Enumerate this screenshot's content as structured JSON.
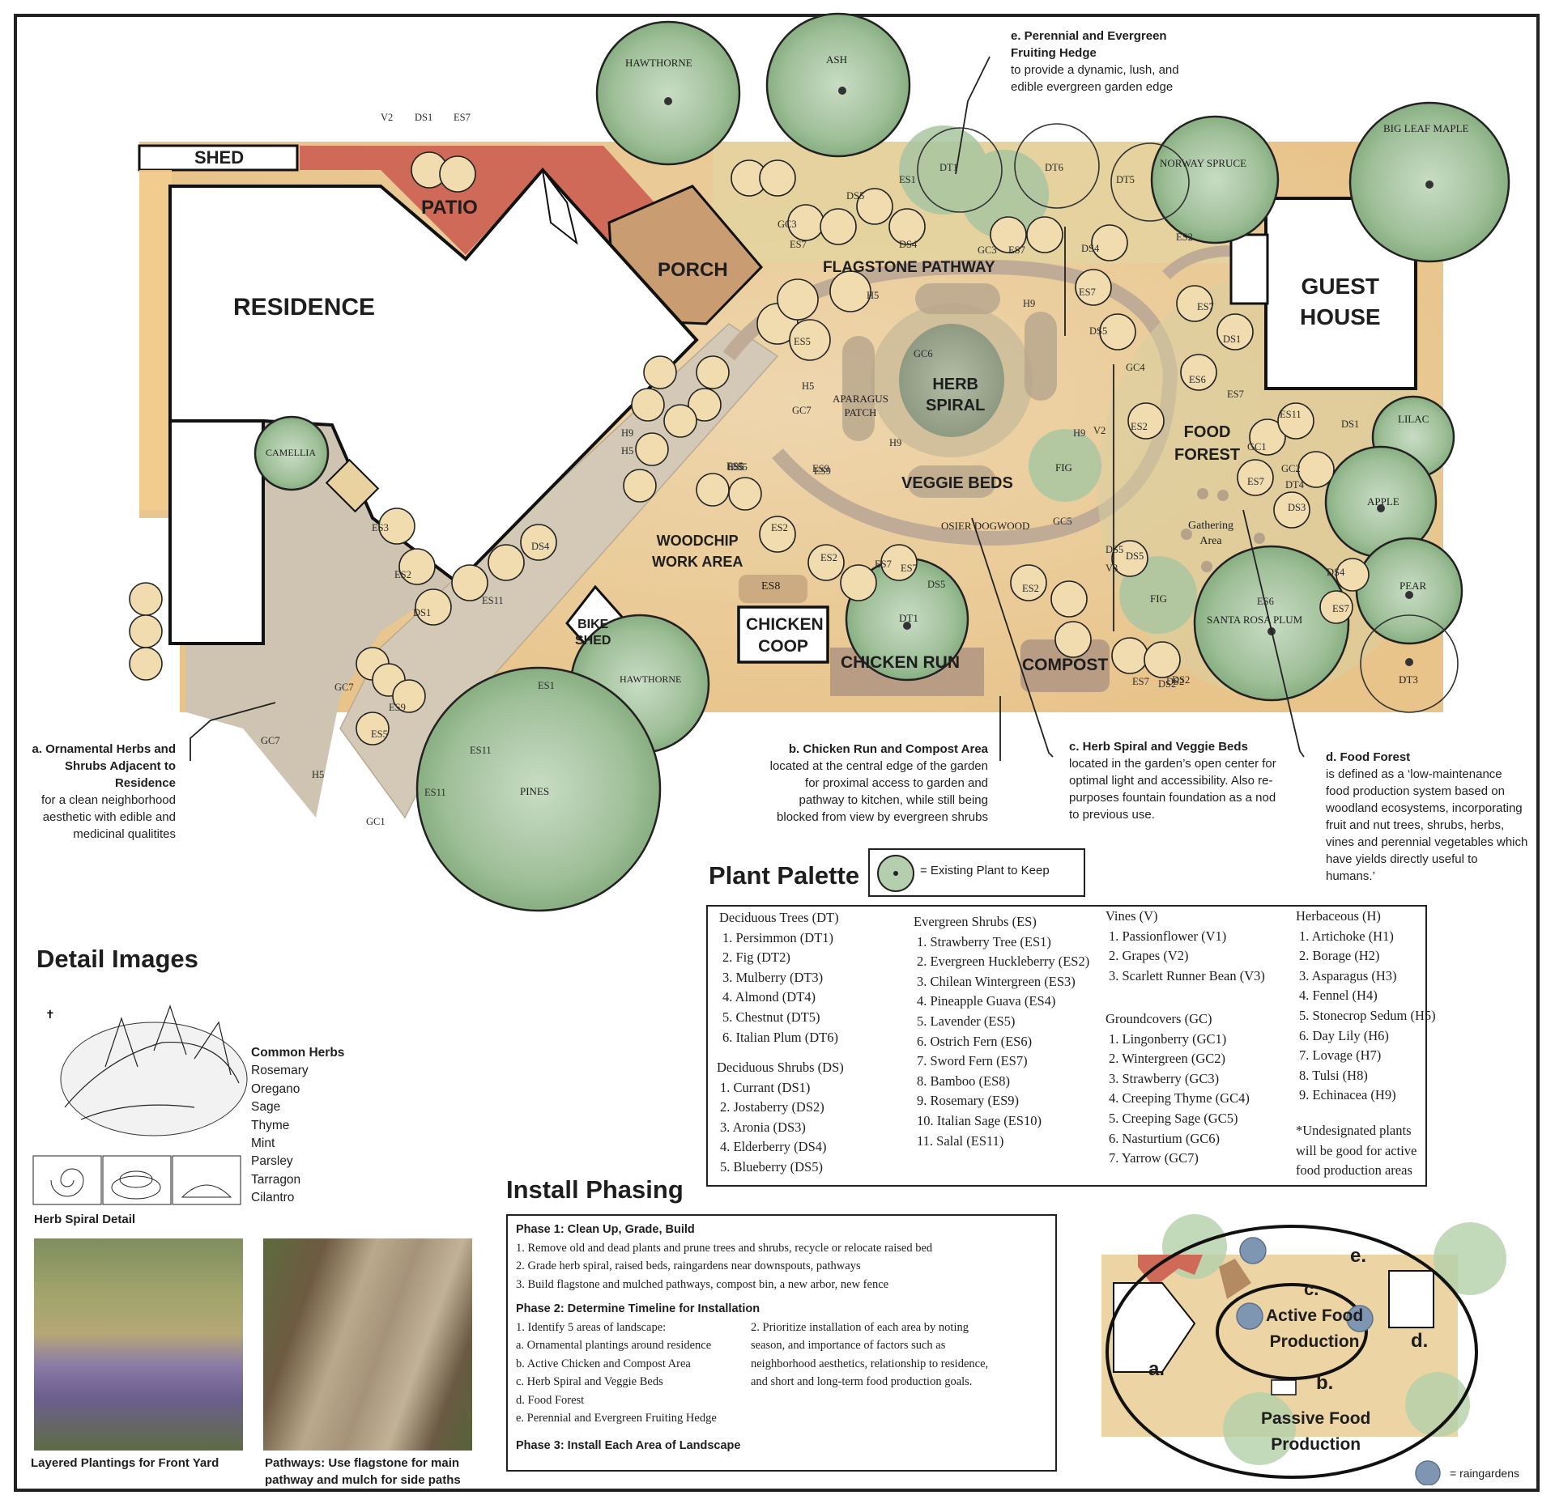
{
  "plan": {
    "structures": {
      "shed": "SHED",
      "patio": "PATIO",
      "residence": "RESIDENCE",
      "porch": "PORCH",
      "guest_house": [
        "GUEST",
        "HOUSE"
      ],
      "bike_shed": [
        "BIKE",
        "SHED"
      ],
      "chicken_coop": [
        "CHICKEN",
        "COOP"
      ],
      "chicken_run": "CHICKEN RUN",
      "compost": "COMPOST",
      "herb_spiral": [
        "HERB",
        "SPIRAL"
      ],
      "veggie_beds": "VEGGIE BEDS",
      "flagstone_pathway": "FLAGSTONE PATHWAY",
      "woodchip": [
        "WOODCHIP",
        "WORK AREA"
      ],
      "food_forest": [
        "FOOD",
        "FOREST"
      ],
      "gathering": [
        "Gathering",
        "Area"
      ],
      "asparagus": [
        "APARAGUS",
        "PATCH"
      ],
      "es8": "ES8"
    },
    "trees": {
      "hawthorne_top": "HAWTHORNE",
      "ash": "ASH",
      "norway_spruce": "NORWAY SPRUCE",
      "big_leaf_maple": "BIG LEAF MAPLE",
      "lilac": "LILAC",
      "apple": "APPLE",
      "pear": "PEAR",
      "dt3": "DT3",
      "santa_rosa_plum": "SANTA ROSA PLUM",
      "fig_center": "FIG",
      "fig_lower": "FIG",
      "osier_dogwood": "OSIER DOGWOOD",
      "camellia": "CAMELLIA",
      "hawthorne_bottom": "HAWTHORNE",
      "pines": "PINES",
      "dt1_run": "DT1"
    },
    "codes": [
      "V2",
      "DS1",
      "ES7",
      "DT1",
      "DT6",
      "DT5",
      "ES1",
      "DS5",
      "GC3",
      "ES7",
      "DS4",
      "GC3",
      "ES7",
      "DS4",
      "ES2",
      "H5",
      "H9",
      "ES5",
      "H5",
      "GC7",
      "GC6",
      "ES9",
      "H9",
      "H9",
      "V2",
      "ES7",
      "DS5",
      "GC4",
      "ES7",
      "DS1",
      "ES6",
      "ES7",
      "ES2",
      "ES5",
      "ES5",
      "ES9",
      "ES2",
      "ES2",
      "ES7",
      "DS5",
      "ES2",
      "DS5",
      "GC5",
      "V3",
      "DS5",
      "DS2",
      "ES7",
      "DS2",
      "ES11",
      "DS1",
      "GC1",
      "GC2",
      "DT4",
      "ES7",
      "DS3",
      "DS4",
      "ES7",
      "ES6",
      "H9",
      "H5",
      "ES5",
      "ES3",
      "ES2",
      "DS4",
      "DS1",
      "ES11",
      "GC7",
      "ES9",
      "ES5",
      "ES7",
      "GC7",
      "H5",
      "GC1",
      "ES1",
      "ES11",
      "ES11",
      "DS2"
    ]
  },
  "notes": {
    "a": {
      "title": "a. Ornamental Herbs and Shrubs Adjacent to Residence",
      "body": "for a clean neighborhood aesthetic with edible and medicinal qualitites"
    },
    "b": {
      "title": "b. Chicken Run and Compost Area",
      "body": "located at the central edge of the garden for proximal access to garden and pathway to kitchen, while still being blocked from view by evergreen shrubs"
    },
    "c": {
      "title": "c. Herb Spiral and Veggie Beds",
      "body": "located in the garden’s open center for optimal light and accessibility. Also re-purposes fountain foundation as a nod to previous use."
    },
    "d": {
      "title": "d. Food Forest",
      "body": "is defined as a ‘low-maintenance food production system based on woodland ecosystems, incorporating fruit and nut trees, shrubs, herbs, vines and perennial vegetables which have yields directly useful to humans.’"
    },
    "e": {
      "title": "e. Perennial and Evergreen Fruiting Hedge",
      "body": "to provide a dynamic, lush, and edible evergreen garden edge"
    }
  },
  "palette": {
    "title": "Plant Palette",
    "legend": "= Existing Plant to Keep",
    "deciduous_trees": {
      "heading": "Deciduous Trees (DT)",
      "items": [
        "1. Persimmon (DT1)",
        "2. Fig (DT2)",
        "3. Mulberry (DT3)",
        "4. Almond (DT4)",
        "5. Chestnut (DT5)",
        "6. Italian Plum (DT6)"
      ]
    },
    "deciduous_shrubs": {
      "heading": "Deciduous Shrubs (DS)",
      "items": [
        "1. Currant (DS1)",
        "2. Jostaberry (DS2)",
        "3. Aronia (DS3)",
        "4. Elderberry (DS4)",
        "5. Blueberry (DS5)"
      ]
    },
    "evergreen_shrubs": {
      "heading": "Evergreen Shrubs (ES)",
      "items": [
        "1. Strawberry Tree (ES1)",
        "2. Evergreen Huckleberry (ES2)",
        "3. Chilean Wintergreen (ES3)",
        "4. Pineapple Guava (ES4)",
        "5. Lavender (ES5)",
        "6. Ostrich Fern (ES6)",
        "7. Sword Fern (ES7)",
        "8. Bamboo (ES8)",
        "9. Rosemary (ES9)",
        "10. Italian Sage (ES10)",
        "11. Salal (ES11)"
      ]
    },
    "vines": {
      "heading": "Vines (V)",
      "items": [
        "1. Passionflower (V1)",
        "2. Grapes (V2)",
        "3. Scarlett Runner Bean (V3)"
      ]
    },
    "groundcovers": {
      "heading": "Groundcovers (GC)",
      "items": [
        "1. Lingonberry (GC1)",
        "2. Wintergreen (GC2)",
        "3. Strawberry (GC3)",
        "4. Creeping Thyme (GC4)",
        "5. Creeping Sage (GC5)",
        "6. Nasturtium (GC6)",
        "7. Yarrow (GC7)"
      ]
    },
    "herbaceous": {
      "heading": "Herbaceous (H)",
      "items": [
        "1. Artichoke (H1)",
        "2. Borage (H2)",
        "3. Asparagus (H3)",
        "4. Fennel (H4)",
        "5. Stonecrop Sedum (H5)",
        "6. Day Lily (H6)",
        "7. Lovage (H7)",
        "8. Tulsi (H8)",
        "9. Echinacea (H9)"
      ]
    },
    "footnote": "*Undesignated plants will be good for active food production areas"
  },
  "details": {
    "title": "Detail Images",
    "herbs_heading": "Common Herbs",
    "herbs": [
      "Rosemary",
      "Oregano",
      "Sage",
      "Thyme",
      "Mint",
      "Parsley",
      "Tarragon",
      "Cilantro"
    ],
    "herb_spiral_caption": "Herb Spiral Detail",
    "photo1_caption": "Layered Plantings for Front Yard",
    "photo2_caption": "Pathways: Use flagstone for main pathway and mulch for side paths"
  },
  "phasing": {
    "title": "Install Phasing",
    "phase1": {
      "heading": "Phase 1: Clean Up, Grade, Build",
      "items": [
        "1. Remove old and dead plants and prune trees and shrubs, recycle or relocate raised bed",
        "2. Grade herb spiral, raised beds, raingardens near downspouts, pathways",
        "3. Build flagstone and mulched pathways, compost bin, a new arbor, new fence"
      ]
    },
    "phase2": {
      "heading": "Phase 2: Determine Timeline for Installation",
      "left": [
        "1. Identify 5 areas of landscape:",
        "a. Ornamental plantings around residence",
        "b. Active Chicken and Compost Area",
        "c. Herb Spiral and Veggie Beds",
        "d. Food Forest",
        "e. Perennial and Evergreen Fruiting Hedge"
      ],
      "right": [
        "2. Prioritize installation of each area by noting",
        "season, and importance of factors such as",
        "neighborhood aesthetics, relationship to residence,",
        "and short and long-term food production goals."
      ]
    },
    "phase3": {
      "heading": "Phase 3: Install Each Area of Landscape"
    }
  },
  "zones": {
    "active": [
      "Active Food",
      "Production"
    ],
    "passive": [
      "Passive Food",
      "Production"
    ],
    "letters": [
      "a.",
      "b.",
      "c.",
      "d.",
      "e."
    ],
    "legend": "= raingardens"
  }
}
